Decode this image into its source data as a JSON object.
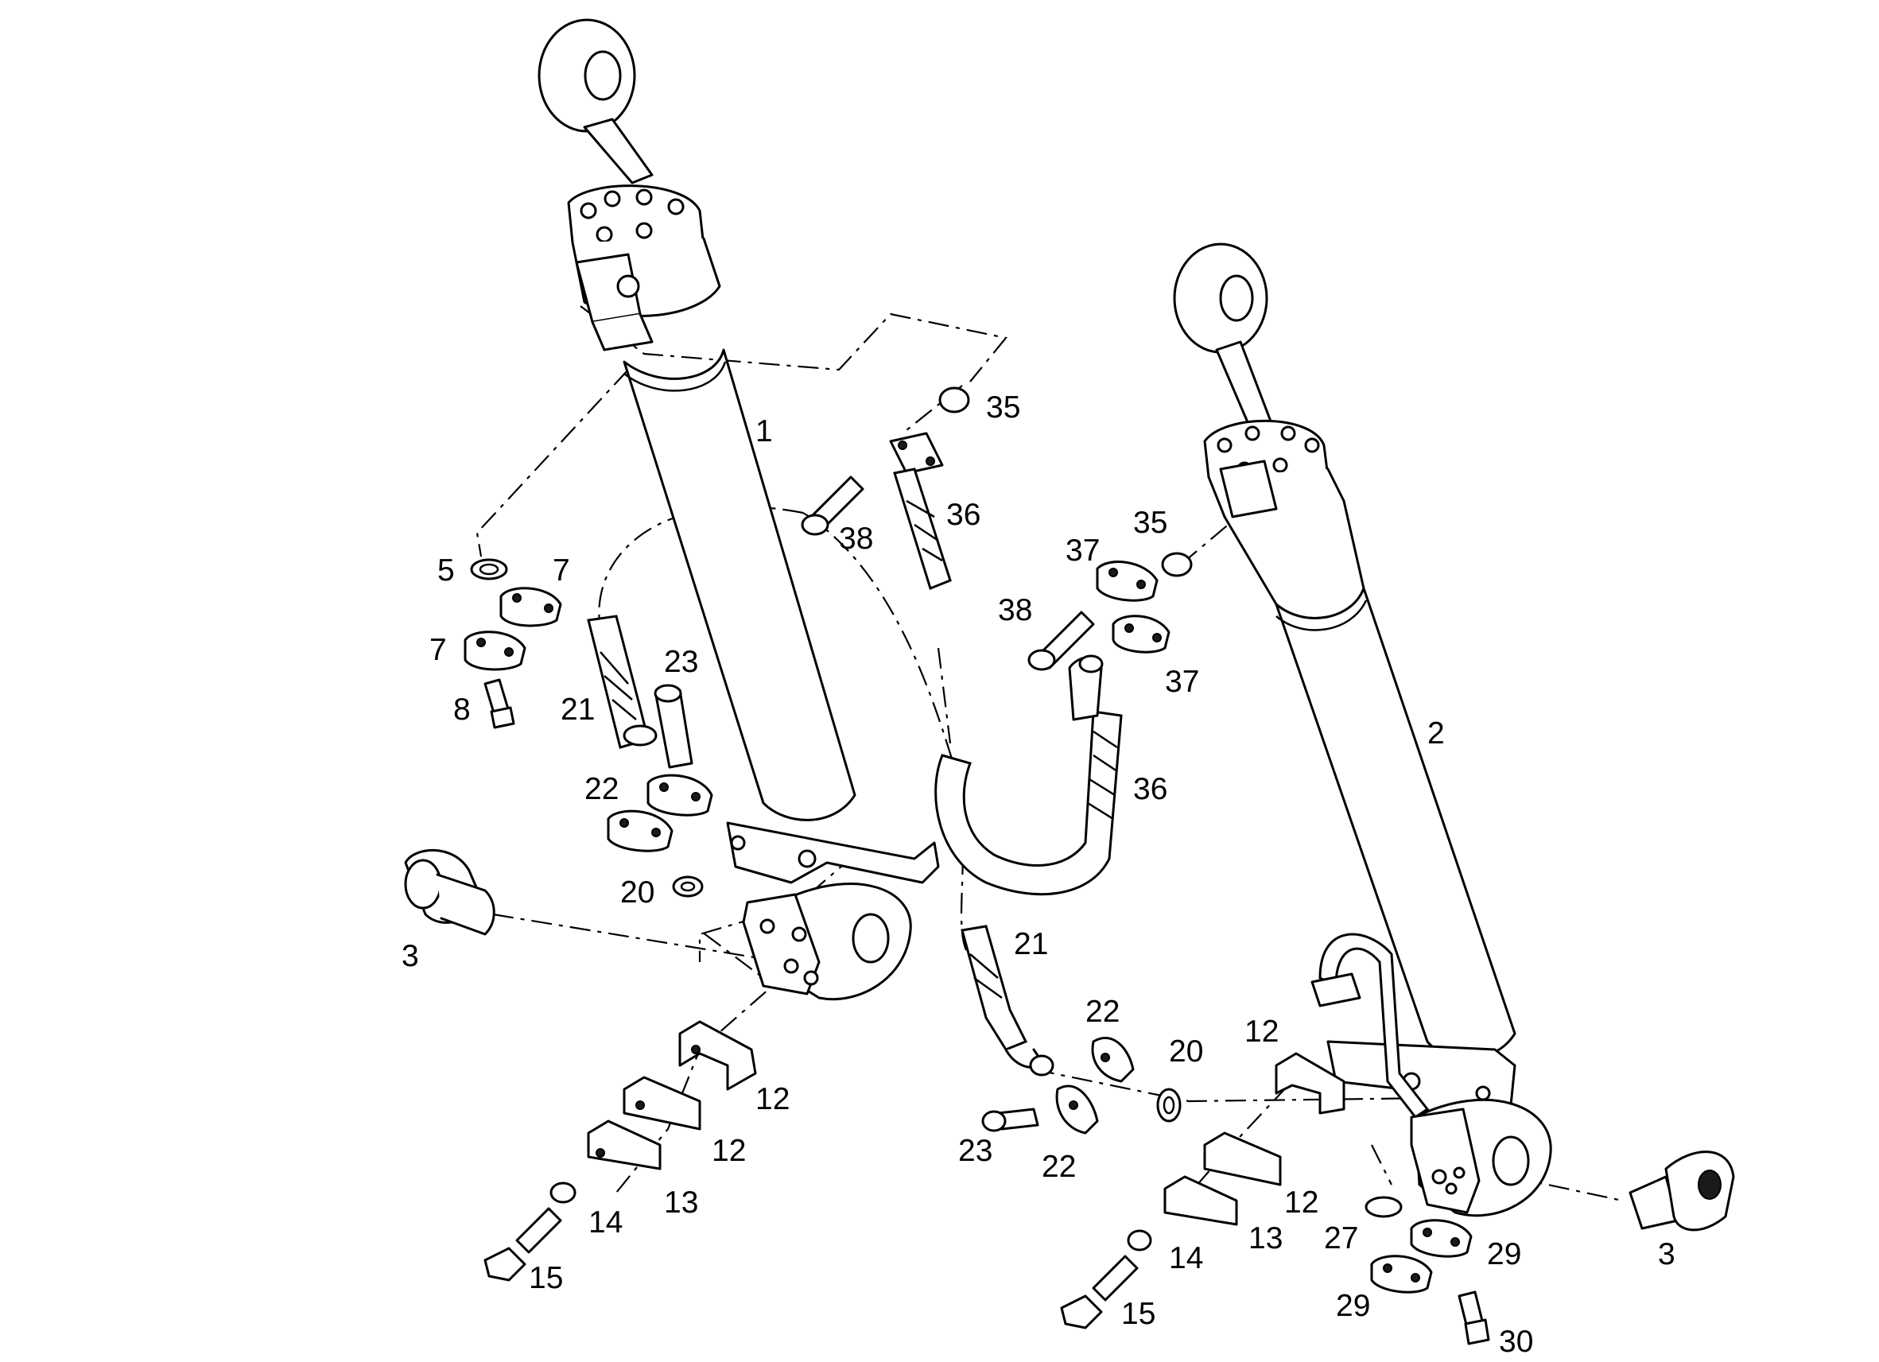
{
  "diagram": {
    "accent_color": "#000000",
    "background_color": "#ffffff",
    "callouts": [
      {
        "id": "c1",
        "label": "1"
      },
      {
        "id": "c2",
        "label": "2"
      },
      {
        "id": "c3a",
        "label": "3"
      },
      {
        "id": "c3b",
        "label": "3"
      },
      {
        "id": "c5",
        "label": "5"
      },
      {
        "id": "c7a",
        "label": "7"
      },
      {
        "id": "c7b",
        "label": "7"
      },
      {
        "id": "c8",
        "label": "8"
      },
      {
        "id": "c12a",
        "label": "12"
      },
      {
        "id": "c12b",
        "label": "12"
      },
      {
        "id": "c12c",
        "label": "12"
      },
      {
        "id": "c12d",
        "label": "12"
      },
      {
        "id": "c13a",
        "label": "13"
      },
      {
        "id": "c13b",
        "label": "13"
      },
      {
        "id": "c14a",
        "label": "14"
      },
      {
        "id": "c14b",
        "label": "14"
      },
      {
        "id": "c15a",
        "label": "15"
      },
      {
        "id": "c15b",
        "label": "15"
      },
      {
        "id": "c20a",
        "label": "20"
      },
      {
        "id": "c20b",
        "label": "20"
      },
      {
        "id": "c21a",
        "label": "21"
      },
      {
        "id": "c21b",
        "label": "21"
      },
      {
        "id": "c22a",
        "label": "22"
      },
      {
        "id": "c22b",
        "label": "22"
      },
      {
        "id": "c22c",
        "label": "22"
      },
      {
        "id": "c23a",
        "label": "23"
      },
      {
        "id": "c23b",
        "label": "23"
      },
      {
        "id": "c27",
        "label": "27"
      },
      {
        "id": "c29a",
        "label": "29"
      },
      {
        "id": "c29b",
        "label": "29"
      },
      {
        "id": "c30",
        "label": "30"
      },
      {
        "id": "c35a",
        "label": "35"
      },
      {
        "id": "c35b",
        "label": "35"
      },
      {
        "id": "c36a",
        "label": "36"
      },
      {
        "id": "c36b",
        "label": "36"
      },
      {
        "id": "c37a",
        "label": "37"
      },
      {
        "id": "c37b",
        "label": "37"
      },
      {
        "id": "c38a",
        "label": "38"
      },
      {
        "id": "c38b",
        "label": "38"
      }
    ]
  }
}
